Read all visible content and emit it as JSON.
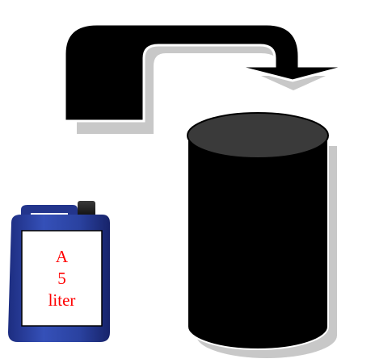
{
  "container": {
    "label_line1": "A",
    "label_line2": "5",
    "label_line3": "liter"
  },
  "colors": {
    "shape_fill": "#000000",
    "cylinder_top": "#3a3a3a",
    "shadow": "#c8c8c8",
    "jug_body": "#2f44a8",
    "jug_dark": "#1b2a78",
    "label_text": "#ff0000",
    "label_bg": "#ffffff"
  },
  "icons": {
    "arrow": "curved-arrow-icon",
    "cylinder": "cylinder-tank-icon",
    "jug": "canister-jug-icon"
  }
}
